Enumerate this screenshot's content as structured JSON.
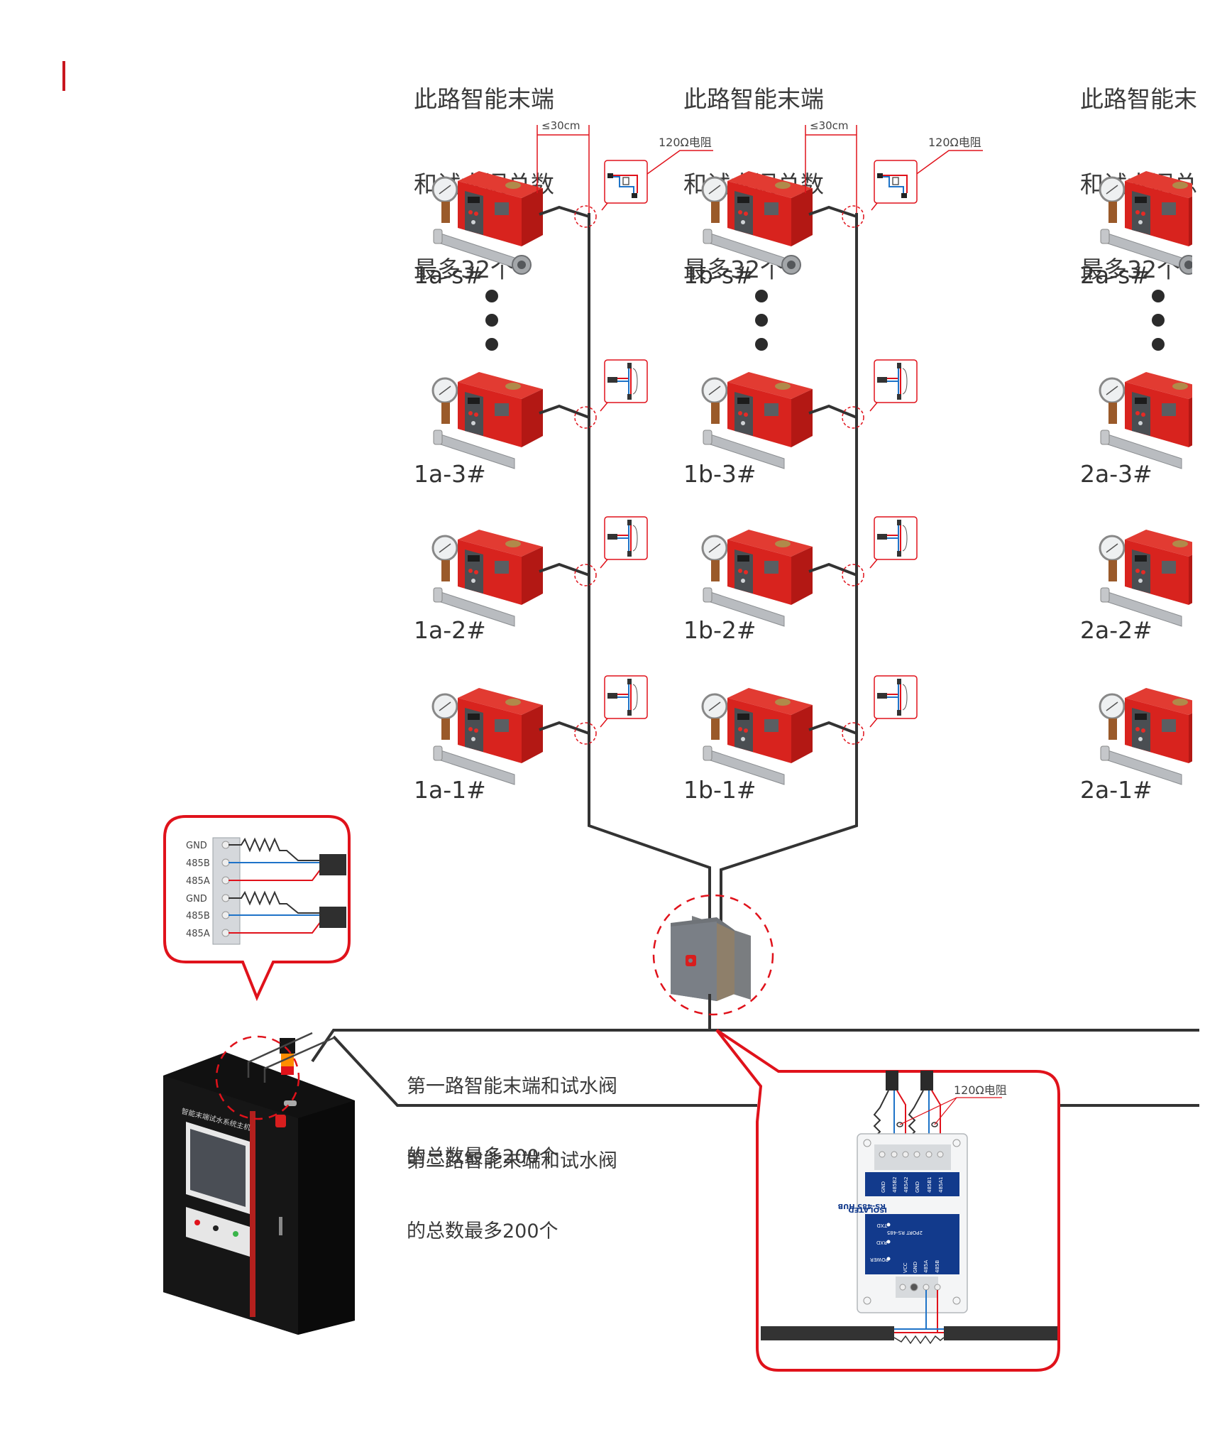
{
  "page": {
    "accent_color": "#e0121b",
    "wire_color": "#333333",
    "wire_blue": "#1e73c8",
    "hub_blue": "#123a8c"
  },
  "columns": [
    {
      "id": "1a",
      "header": [
        "此路智能末端",
        "和试水阀总数",
        "最多32个"
      ],
      "distance_label": "≤30cm",
      "resistor_label": "120Ω电阻",
      "devices": [
        "1a-s#",
        "1a-3#",
        "1a-2#",
        "1a-1#"
      ]
    },
    {
      "id": "1b",
      "header": [
        "此路智能末端",
        "和试水阀总数",
        "最多32个"
      ],
      "distance_label": "≤30cm",
      "resistor_label": "120Ω电阻",
      "devices": [
        "1b-s#",
        "1b-3#",
        "1b-2#",
        "1b-1#"
      ]
    },
    {
      "id": "2a",
      "header": [
        "此路智能末",
        "和试水阀总",
        "最多32个"
      ],
      "devices": [
        "2a-s#",
        "2a-3#",
        "2a-2#",
        "2a-1#"
      ]
    }
  ],
  "buses": [
    {
      "label": [
        "第一路智能末端和试水阀",
        "的总数最多200个"
      ]
    },
    {
      "label": [
        "第二路智能末端和试水阀",
        "的总数最多200个"
      ]
    }
  ],
  "terminal_callout": {
    "pins": [
      "GND",
      "485B",
      "485A",
      "GND",
      "485B",
      "485A"
    ]
  },
  "cabinet": {
    "title": "智能末端试水系统主机"
  },
  "hub_callout": {
    "resistor_label": "120Ω电阻",
    "pin_labels": [
      "GND",
      "485B2",
      "485A2",
      "GND",
      "485B1",
      "485A1"
    ],
    "title_lines": [
      "ISOLATED",
      "RS-485 HUB"
    ],
    "subtitle": "2PORT RS-485",
    "leds": [
      "TXD",
      "RXD",
      "POWER"
    ],
    "power_pins": [
      "VCC",
      "GND"
    ],
    "input_pins": [
      "485A",
      "485B"
    ]
  }
}
